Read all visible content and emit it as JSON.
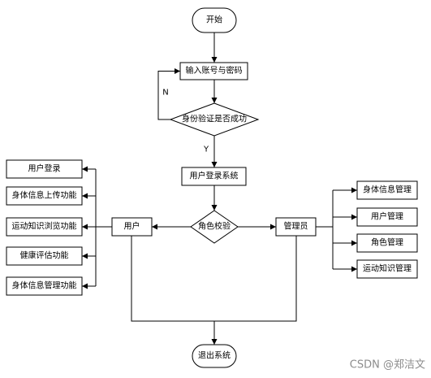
{
  "nodes": {
    "start": "开始",
    "input_credentials": "输入账号与密码",
    "auth_check": "身份验证是否成功",
    "login_system": "用户登录系统",
    "role_check": "角色校验",
    "user": "用户",
    "admin": "管理员",
    "exit": "退出系统"
  },
  "edge_labels": {
    "no": "N",
    "yes": "Y"
  },
  "user_functions": [
    "用户登录",
    "身体信息上传功能",
    "运动知识浏览功能",
    "健康评估功能",
    "身体信息管理功能"
  ],
  "admin_functions": [
    "身体信息管理",
    "用户管理",
    "角色管理",
    "运动知识管理"
  ],
  "watermark": "CSDN @郑洁文"
}
